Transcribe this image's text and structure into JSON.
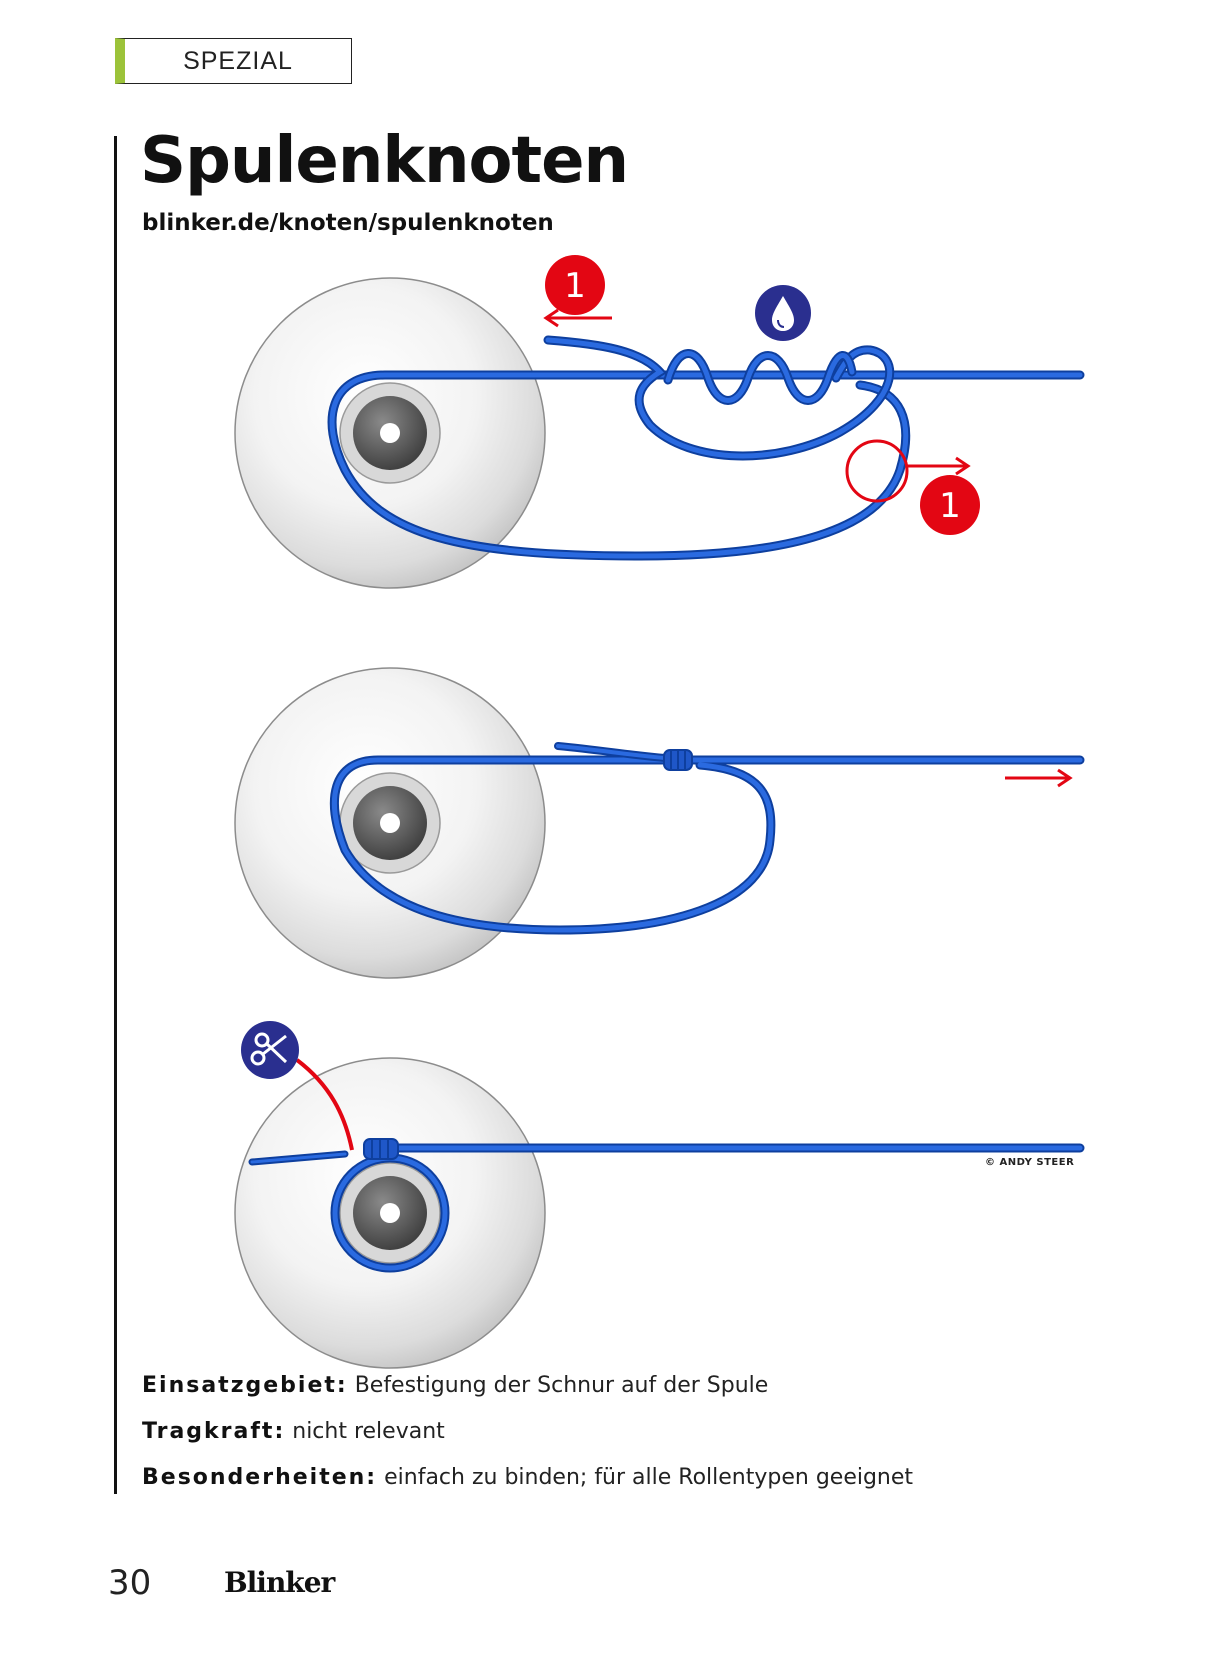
{
  "header": {
    "section": "SPEZIAL"
  },
  "article": {
    "title": "Spulenknoten",
    "url": "blinker.de/knoten/spulenknoten"
  },
  "diagram": {
    "step_badges": [
      "1",
      "1"
    ],
    "icons": [
      "water-drop-icon",
      "scissors-icon"
    ],
    "line_color": "#1f57c8",
    "accent_color": "#e30613",
    "credit": "© ANDY STEER"
  },
  "facts": [
    {
      "label": "Einsatzgebiet:",
      "value": "Befestigung der Schnur auf der Spule"
    },
    {
      "label": "Tragkraft:",
      "value": "nicht relevant"
    },
    {
      "label": "Besonderheiten:",
      "value": "einfach zu binden; für alle Rollentypen geeignet"
    }
  ],
  "footer": {
    "page_number": "30",
    "brand": "Blinker"
  }
}
